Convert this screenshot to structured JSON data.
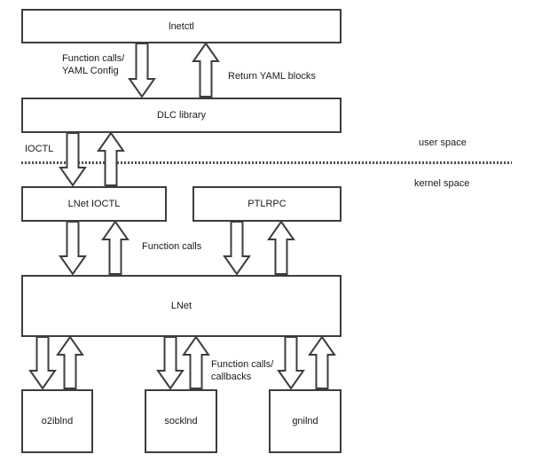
{
  "boxes": {
    "lnetctl": {
      "label": "lnetctl"
    },
    "dlc_library": {
      "label": "DLC library"
    },
    "lnet_ioctl": {
      "label": "LNet IOCTL"
    },
    "ptlrpc": {
      "label": "PTLRPC"
    },
    "lnet": {
      "label": "LNet"
    },
    "o2iblnd": {
      "label": "o2iblnd"
    },
    "socklnd": {
      "label": "socklnd"
    },
    "gnilnd": {
      "label": "gnilnd"
    }
  },
  "edge_labels": {
    "lnetctl_to_dlc_line1": "Function calls/",
    "lnetctl_to_dlc_line2": "YAML Config",
    "dlc_to_lnetctl": "Return YAML blocks",
    "ioctl": "IOCTL",
    "ioctl_to_lnet": "Function calls",
    "lnet_to_lnd_line1": "Function calls/",
    "lnet_to_lnd_line2": "callbacks"
  },
  "regions": {
    "user_space": "user space",
    "kernel_space": "kernel space"
  },
  "colors": {
    "border": "#3d3d3d",
    "text": "#1a1a1a",
    "divider": "#4d4d4d",
    "background": "#ffffff"
  }
}
